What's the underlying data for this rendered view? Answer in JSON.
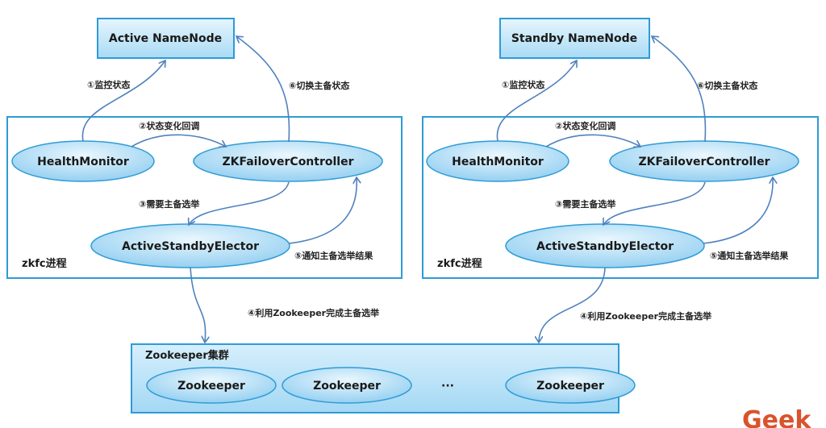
{
  "left": {
    "namenode": "Active NameNode",
    "health_monitor": "HealthMonitor",
    "zkfc": "ZKFailoverController",
    "elector": "ActiveStandbyElector",
    "process_label": "zkfc进程",
    "step1": "①监控状态",
    "step2": "②状态变化回调",
    "step3": "③需要主备选举",
    "step4": "④利用Zookeeper完成主备选举",
    "step5": "⑤通知主备选举结果",
    "step6": "⑥切换主备状态"
  },
  "right": {
    "namenode": "Standby NameNode",
    "health_monitor": "HealthMonitor",
    "zkfc": "ZKFailoverController",
    "elector": "ActiveStandbyElector",
    "process_label": "zkfc进程",
    "step1": "①监控状态",
    "step2": "②状态变化回调",
    "step3": "③需要主备选举",
    "step4": "④利用Zookeeper完成主备选举",
    "step5": "⑤通知主备选举结果",
    "step6": "⑥切换主备状态"
  },
  "cluster": {
    "title": "Zookeeper集群",
    "nodes": [
      "Zookeeper",
      "Zookeeper",
      "Zookeeper"
    ],
    "ellipsis": "···"
  },
  "watermark": "Geek",
  "colors": {
    "line": "#4f81bd",
    "box_border": "#2e9bd6",
    "fill": "#bfe3f7",
    "watermark": "#d9532c"
  }
}
